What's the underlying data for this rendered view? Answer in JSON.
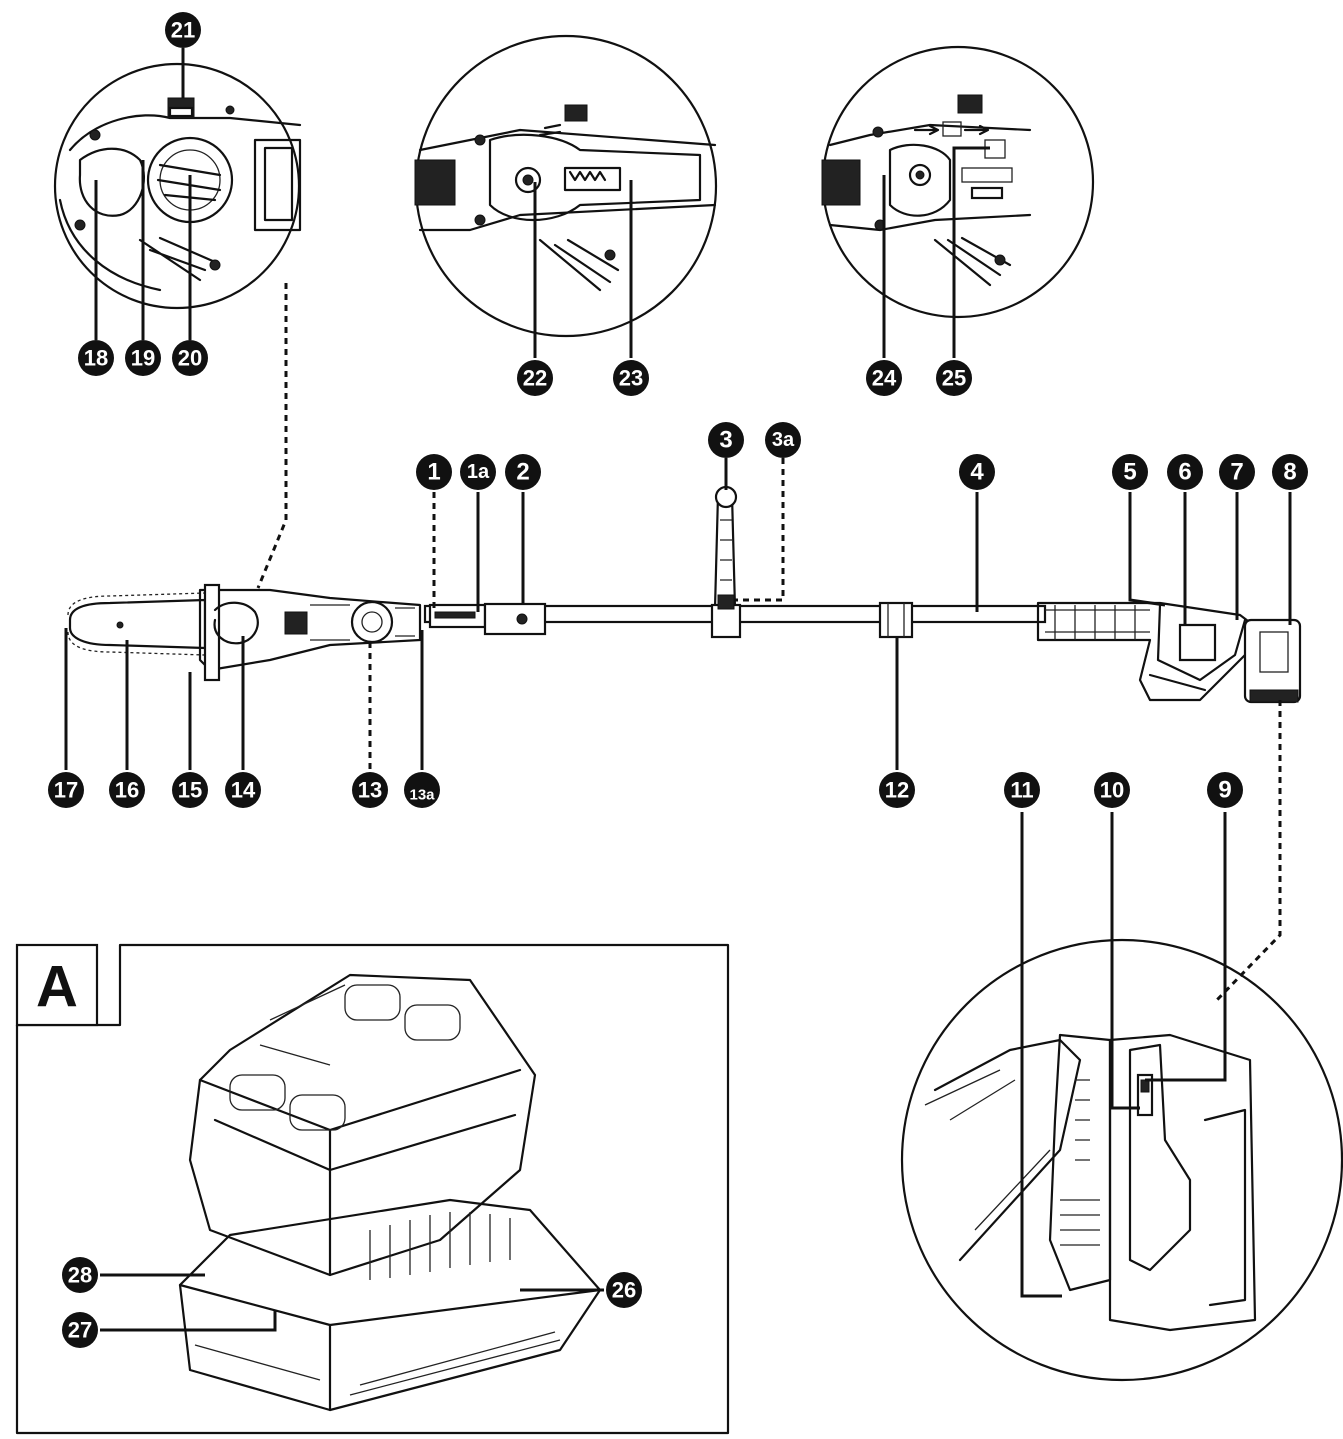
{
  "labels": {
    "l1": "1",
    "l1a": "1a",
    "l2": "2",
    "l3": "3",
    "l3a": "3a",
    "l4": "4",
    "l5": "5",
    "l6": "6",
    "l7": "7",
    "l8": "8",
    "l9": "9",
    "l10": "10",
    "l11": "11",
    "l12": "12",
    "l13": "13",
    "l13a": "13a",
    "l14": "14",
    "l15": "15",
    "l16": "16",
    "l17": "17",
    "l18": "18",
    "l19": "19",
    "l20": "20",
    "l21": "21",
    "l22": "22",
    "l23": "23",
    "l24": "24",
    "l25": "25",
    "l26": "26",
    "l27": "27",
    "l28": "28"
  },
  "inset": {
    "letter": "A"
  }
}
